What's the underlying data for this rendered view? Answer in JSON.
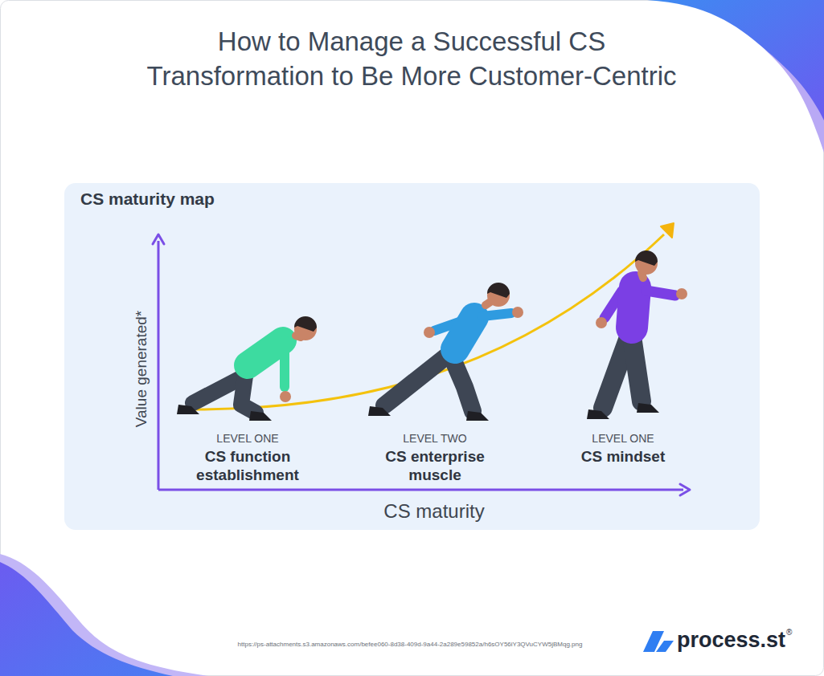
{
  "diagram": {
    "title": "How to Manage a Successful CS Transformation to Be More Customer-Centric",
    "nodes": [
      {
        "text": [
          "CS maturity map"
        ]
      }
    ],
    "labels": [
      "Value generated*",
      "LEVEL ONE",
      "CS function establishment",
      "LEVEL TWO",
      "CS enterprise muscle",
      "LEVEL ONE",
      "CS mindset",
      "CS maturity",
      "https://ps-attachments.s3.amazonaws.com/befee060-8d38-409d-9a44-2a289e59852a/h6sOY56iY3QVuCYW5jBMqg.png",
      "process.st",
      "®"
    ]
  }
}
